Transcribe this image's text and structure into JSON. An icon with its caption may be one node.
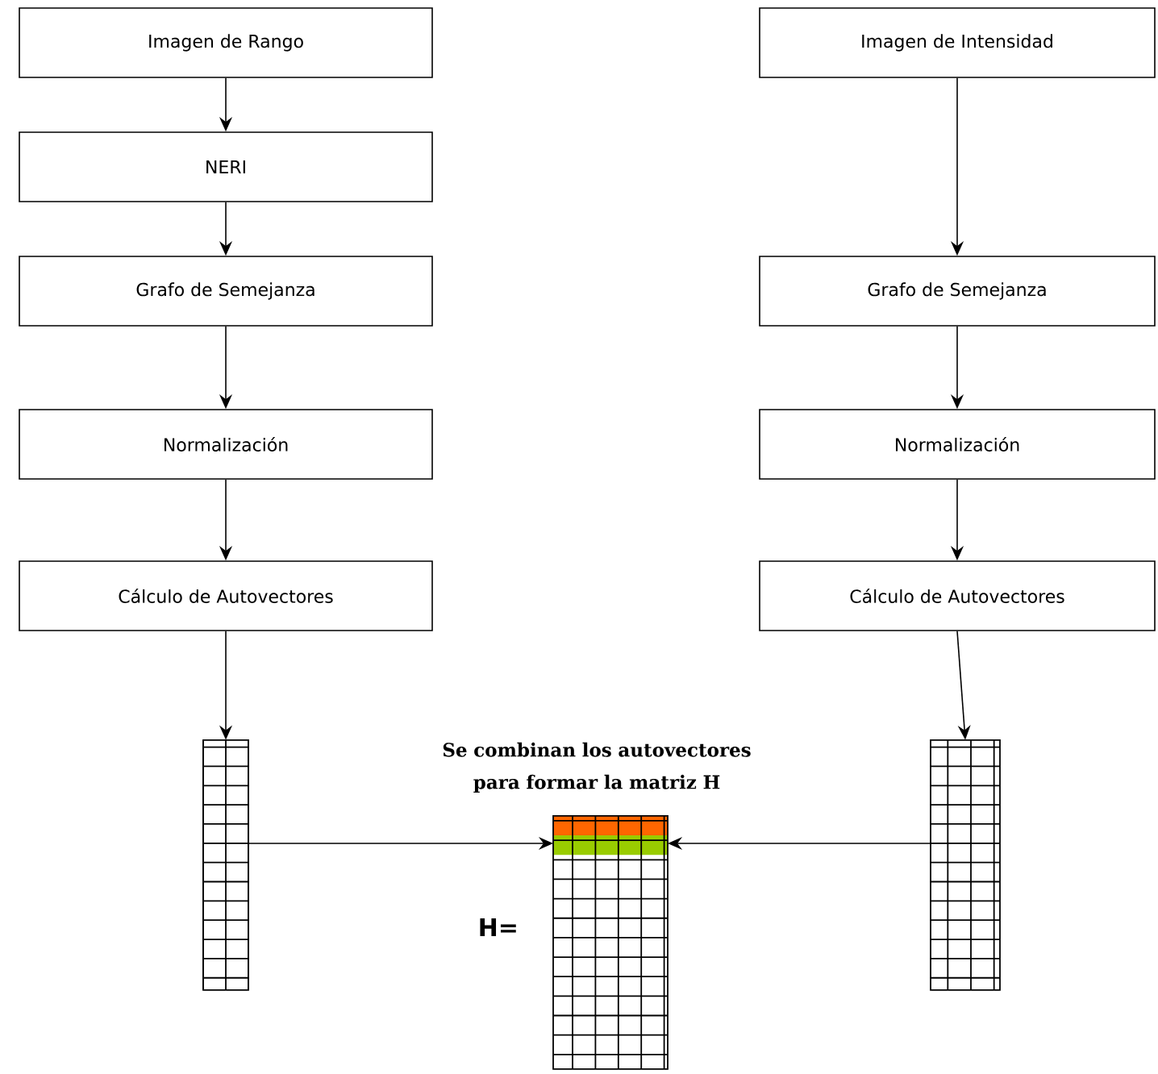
{
  "diagram": {
    "nodes": [
      {
        "text": [
          "Imagen de Rango"
        ]
      },
      {
        "text": [
          "NERI"
        ]
      },
      {
        "text": [
          "Grafo de Semejanza"
        ]
      },
      {
        "text": [
          "Normalización"
        ]
      },
      {
        "text": [
          "Cálculo de Autovectores"
        ]
      },
      {
        "text": [
          "Imagen de Intensidad"
        ]
      },
      {
        "text": [
          "Grafo de Semejanza"
        ]
      },
      {
        "text": [
          "Normalización"
        ]
      },
      {
        "text": [
          "Cálculo de Autovectores"
        ]
      },
      {
        "text": [],
        "shape": "grid"
      },
      {
        "text": [],
        "shape": "grid",
        "beside": [
          "H="
        ]
      },
      {
        "text": [],
        "shape": "grid"
      }
    ],
    "edges": [
      {
        "from": 0,
        "to": 1,
        "arrow": "to"
      },
      {
        "from": 1,
        "to": 2,
        "arrow": "to"
      },
      {
        "from": 2,
        "to": 3,
        "arrow": "to"
      },
      {
        "from": 3,
        "to": 4,
        "arrow": "to"
      },
      {
        "from": 4,
        "to": 9,
        "arrow": "to"
      },
      {
        "from": 5,
        "to": 6,
        "arrow": "to"
      },
      {
        "from": 6,
        "to": 7,
        "arrow": "to"
      },
      {
        "from": 7,
        "to": 8,
        "arrow": "to"
      },
      {
        "from": 8,
        "to": 11,
        "arrow": "to"
      },
      {
        "from": 9,
        "to": 10,
        "arrow": "to"
      },
      {
        "from": 11,
        "to": 10,
        "arrow": "to"
      }
    ],
    "labels": [
      "Se combinan los autovectores para formar la matriz H"
    ]
  }
}
